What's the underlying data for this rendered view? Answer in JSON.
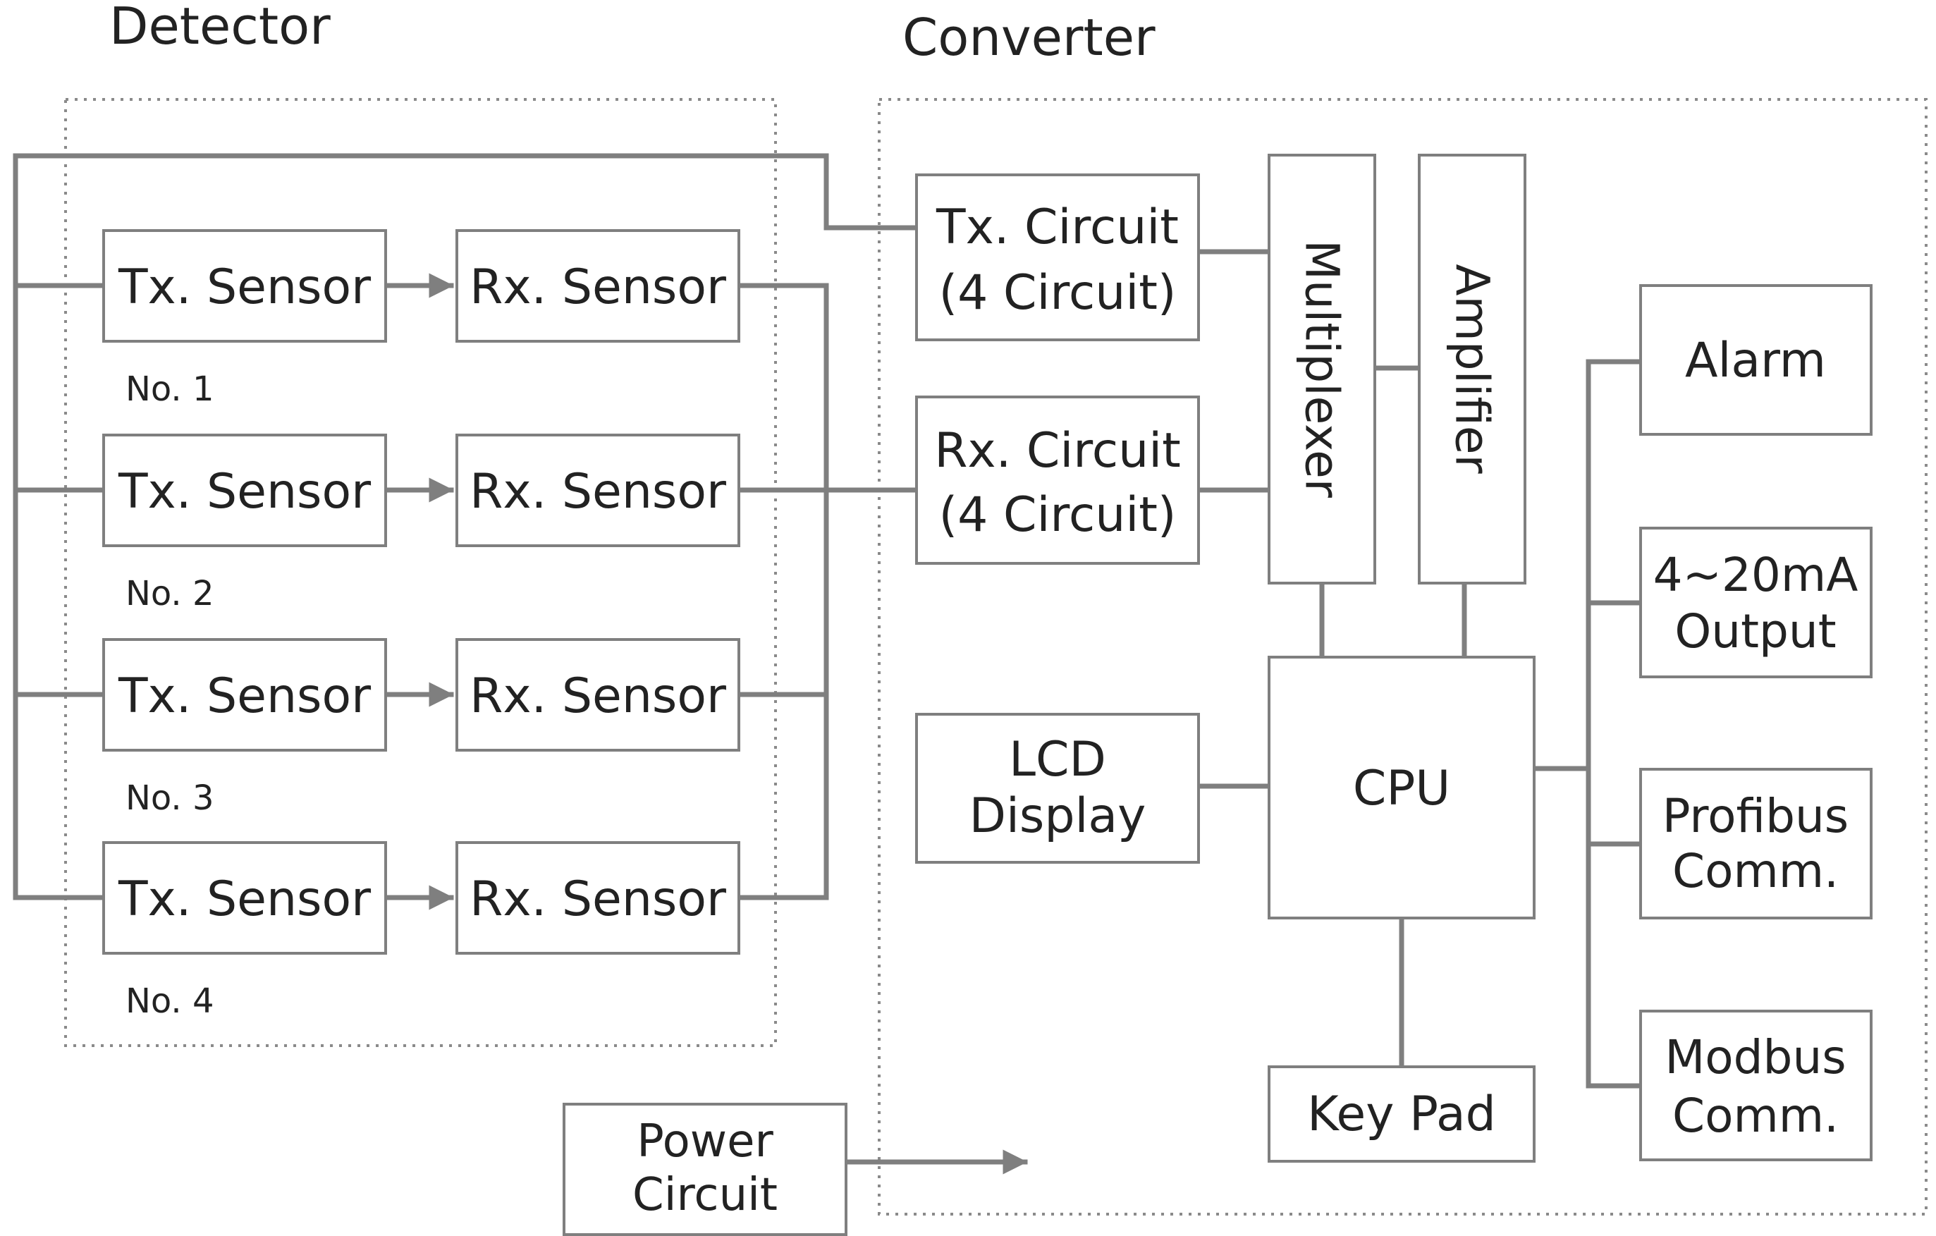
{
  "titles": {
    "detector": "Detector",
    "converter": "Converter"
  },
  "detector": {
    "channels": [
      {
        "tx": "Tx. Sensor",
        "rx": "Rx. Sensor",
        "label": "No. 1"
      },
      {
        "tx": "Tx. Sensor",
        "rx": "Rx. Sensor",
        "label": "No. 2"
      },
      {
        "tx": "Tx. Sensor",
        "rx": "Rx. Sensor",
        "label": "No. 3"
      },
      {
        "tx": "Tx. Sensor",
        "rx": "Rx. Sensor",
        "label": "No. 4"
      }
    ]
  },
  "converter": {
    "tx_circuit": [
      "Tx. Circuit",
      "(4 Circuit)"
    ],
    "rx_circuit": [
      "Rx. Circuit",
      "(4 Circuit)"
    ],
    "multiplexer": "Multiplexer",
    "amplifier": "Amplifier",
    "lcd_display": [
      "LCD",
      "Display"
    ],
    "cpu": "CPU",
    "key_pad": "Key Pad",
    "alarm": "Alarm",
    "output_4_20": [
      "4~20mA",
      "Output"
    ],
    "profibus": [
      "Profibus",
      "Comm."
    ],
    "modbus": [
      "Modbus",
      "Comm."
    ]
  },
  "power_circuit": [
    "Power",
    "Circuit"
  ],
  "colors": {
    "line": "#7f7f7f",
    "box_border": "#7f7f7f",
    "text": "#222222",
    "background": "#ffffff"
  }
}
